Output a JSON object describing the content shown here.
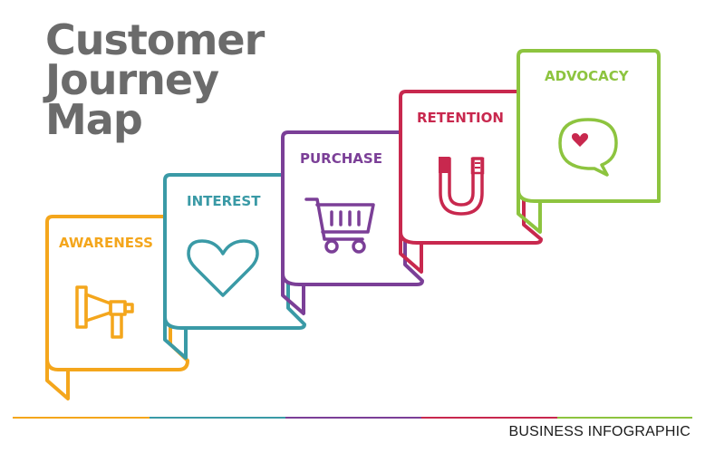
{
  "title": {
    "line1": "Customer",
    "line2": "Journey",
    "line3": "Map"
  },
  "stages": [
    {
      "label": "AWARENESS",
      "color": "#f4a61c",
      "icon": "megaphone-icon"
    },
    {
      "label": "INTEREST",
      "color": "#3a9aa6",
      "icon": "heart-icon"
    },
    {
      "label": "PURCHASE",
      "color": "#7b3f97",
      "icon": "shopping-cart-icon"
    },
    {
      "label": "RETENTION",
      "color": "#c8284e",
      "icon": "magnet-icon"
    },
    {
      "label": "ADVOCACY",
      "color": "#8dc43f",
      "icon": "speech-bubble-heart-icon"
    }
  ],
  "footer": {
    "label": "BUSINESS INFOGRAPHIC"
  }
}
